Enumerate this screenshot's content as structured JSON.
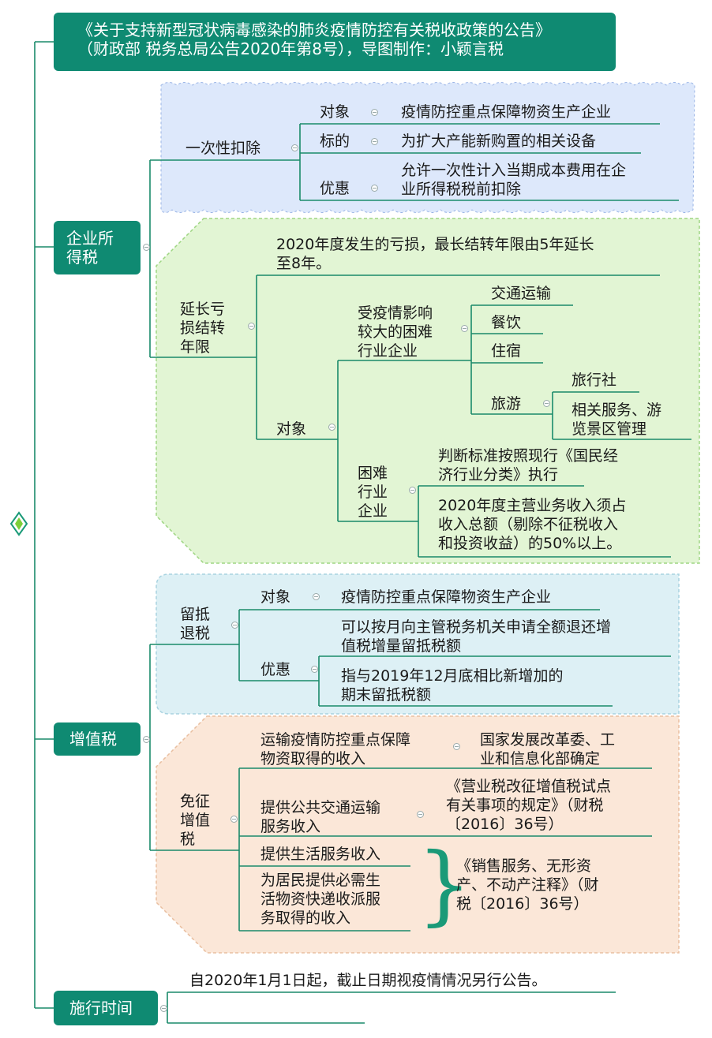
{
  "title": {
    "line1": "《关于支持新型冠状病毒感染的肺炎疫情防控有关税收政策的公告》",
    "line2": "（财政部 税务总局公告2020年第8号），导图制作：小颖言税"
  },
  "enterprise_income_tax": {
    "label_l1": "企业所",
    "label_l2": "得税",
    "one_time": {
      "label": "一次性扣除",
      "object_label": "对象",
      "object_value": "疫情防控重点保障物资生产企业",
      "target_label": "标的",
      "target_value": "为扩大产能新购置的相关设备",
      "benefit_label": "优惠",
      "benefit_l1": "允许一次性计入当期成本费用在企",
      "benefit_l2": "业所得税税前扣除"
    },
    "loss_carryover": {
      "label_l1": "延长亏",
      "label_l2": "损结转",
      "label_l3": "年限",
      "desc_l1": "2020年度发生的亏损，最长结转年限由5年延长",
      "desc_l2": "至8年。",
      "object_label": "对象",
      "affected": {
        "label_l1": "受疫情影响",
        "label_l2": "较大的困难",
        "label_l3": "行业企业",
        "transport": "交通运输",
        "catering": "餐饮",
        "lodging": "住宿",
        "tourism": {
          "label": "旅游",
          "agency": "旅行社",
          "related_l1": "相关服务、游",
          "related_l2": "览景区管理"
        }
      },
      "difficult": {
        "label_l1": "困难",
        "label_l2": "行业",
        "label_l3": "企业",
        "standard_l1": "判断标准按照现行《国民经",
        "standard_l2": "济行业分类》执行",
        "revenue_l1": "2020年度主营业务收入须占",
        "revenue_l2": "收入总额（剔除不征税收入",
        "revenue_l3": "和投资收益）的50%以上。"
      }
    }
  },
  "vat": {
    "label": "增值税",
    "refund": {
      "label_l1": "留抵",
      "label_l2": "退税",
      "object_label": "对象",
      "object_value": "疫情防控重点保障物资生产企业",
      "benefit_label": "优惠",
      "benefit_a_l1": "可以按月向主管税务机关申请全额退还增",
      "benefit_a_l2": "值税增量留抵税额",
      "benefit_b_l1": "指与2019年12月底相比新增加的",
      "benefit_b_l2": "期末留抵税额"
    },
    "exempt": {
      "label_l1": "免征",
      "label_l2": "增值",
      "label_l3": "税",
      "item1_l1": "运输疫情防控重点保障",
      "item1_l2": "物资取得的收入",
      "item1_note_l1": "国家发展改革委、工",
      "item1_note_l2": "业和信息化部确定",
      "item2_l1": "提供公共交通运输",
      "item2_l2": "服务收入",
      "item2_note_l1": "《营业税改征增值税试点",
      "item2_note_l2": "有关事项的规定》（财税",
      "item2_note_l3": "〔2016〕36号）",
      "item3": "提供生活服务收入",
      "item4_l1": "为居民提供必需生",
      "item4_l2": "活物资快递收派服",
      "item4_l3": "务取得的收入",
      "note34_l1": "《销售服务、无形资",
      "note34_l2": "产、不动产注释》（财",
      "note34_l3": "税〔2016〕36号）"
    }
  },
  "effective": {
    "label": "施行时间",
    "value": "自2020年1月1日起，截止日期视疫情情况另行公告。"
  },
  "colors": {
    "node_green": "#0f8a72",
    "branch_line": "#1a8a6a",
    "blue_bg": "#dde8fb",
    "green_bg": "#e2f5d4",
    "cyan_bg": "#ddf0f5",
    "peach_bg": "#fbe7d8"
  }
}
